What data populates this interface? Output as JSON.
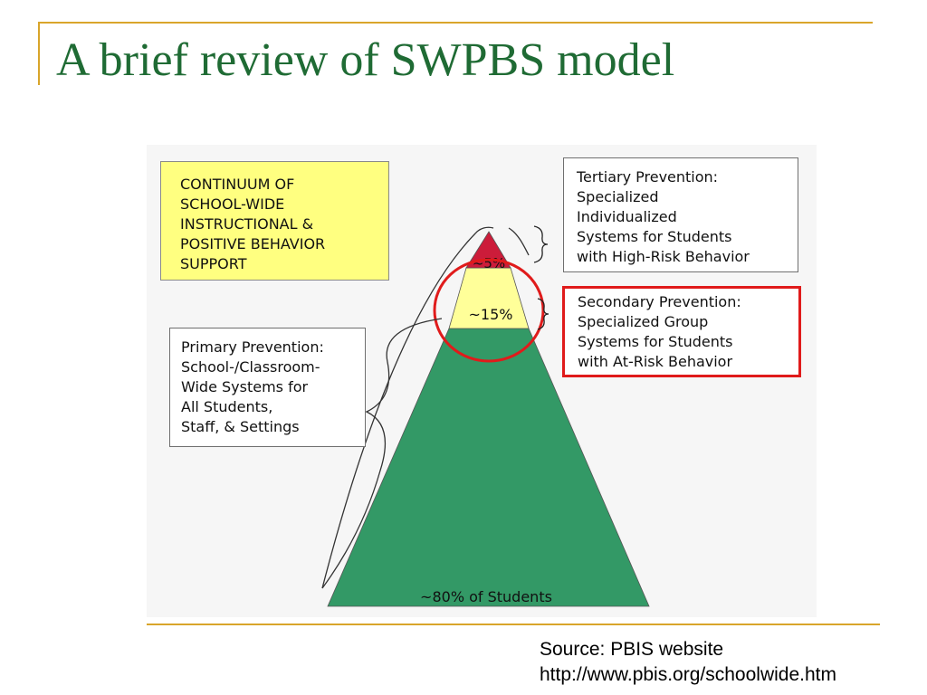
{
  "title": "A brief review of SWPBS model",
  "diagram": {
    "continuum_box": "CONTINUUM OF\nSCHOOL-WIDE\nINSTRUCTIONAL &\nPOSITIVE BEHAVIOR\nSUPPORT",
    "primary_box": "Primary Prevention:\nSchool-/Classroom-\nWide Systems for\nAll Students,\nStaff, & Settings",
    "tertiary_box": "Tertiary Prevention:\nSpecialized\nIndividualized\nSystems for Students\nwith High-Risk Behavior",
    "secondary_box": "Secondary Prevention:\nSpecialized Group\nSystems for Students\nwith At-Risk Behavior",
    "tiers": [
      {
        "label": "~5%",
        "color": "#cc1c3a"
      },
      {
        "label": "~15%",
        "color": "#ffff99"
      },
      {
        "label": "~80% of Students",
        "color": "#339966"
      }
    ],
    "highlight_color": "#e01b1b"
  },
  "source": {
    "line1": "Source: PBIS website",
    "line2": "http://www.pbis.org/schoolwide.htm"
  }
}
